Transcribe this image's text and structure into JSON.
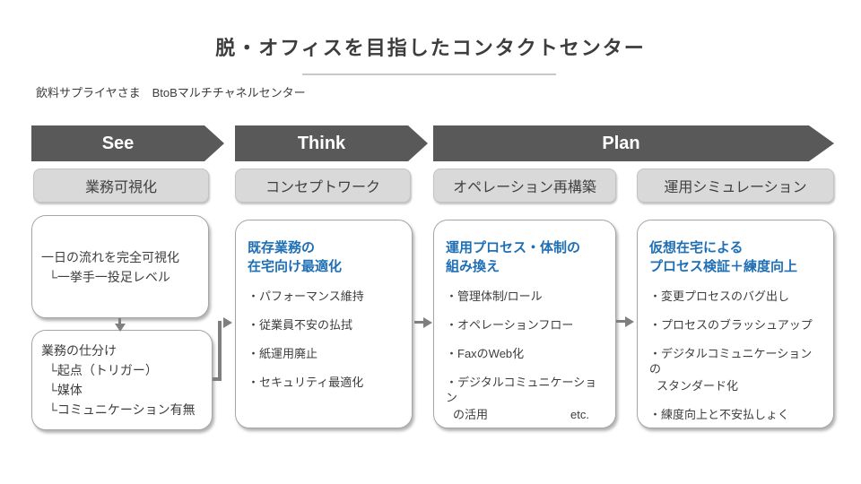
{
  "slide": {
    "title": "脱・オフィスを目指したコンタクトセンター",
    "subtitle": "飲料サプライヤさま　BtoBマルチチャネルセンター"
  },
  "stages": {
    "see": {
      "arrow": "See",
      "label": "業務可視化"
    },
    "think": {
      "arrow": "Think",
      "label": "コンセプトワーク"
    },
    "plan": {
      "arrow": "Plan",
      "label_left": "オペレーション再構築",
      "label_right": "運用シミュレーション"
    }
  },
  "see_column": {
    "box1": {
      "line1": "一日の流れを完全可視化",
      "line2": "└一挙手一投足レベル"
    },
    "box2": {
      "line1": "業務の仕分け",
      "line2": "└起点（トリガー）",
      "line3": "└媒体",
      "line4": "└コミュニケーション有無"
    }
  },
  "think_column": {
    "title_line1": "既存業務の",
    "title_line2": "在宅向け最適化",
    "bullets": [
      "・パフォーマンス維持",
      "・従業員不安の払拭",
      "・紙運用廃止",
      "・セキュリティ最適化"
    ]
  },
  "plan_column1": {
    "title_line1": "運用プロセス・体制の",
    "title_line2": "組み換え",
    "bullets": [
      "・管理体制/ロール",
      "・オペレーションフロー",
      "・FaxのWeb化",
      "・デジタルコミュニケーション"
    ],
    "bullet4_line2": "の活用",
    "etc": "etc."
  },
  "plan_column2": {
    "title_line1": "仮想在宅による",
    "title_line2": "プロセス検証＋練度向上",
    "bullets": [
      "・変更プロセスのバグ出し",
      "・プロセスのブラッシュアップ",
      "・デジタルコミュニケーションの"
    ],
    "bullet3_line2": "スタンダード化",
    "bullet4": "・練度向上と不安払しょく"
  },
  "colors": {
    "arrow_dark": "#595959",
    "stage_box_bg": "#d9d9d9",
    "accent_blue": "#1f6fb5",
    "text_dark": "#3d3d3d",
    "connector_gray": "#7f7f7f",
    "content_box_border": "#a6a6a6",
    "underline_gray": "#c9c9c9"
  }
}
